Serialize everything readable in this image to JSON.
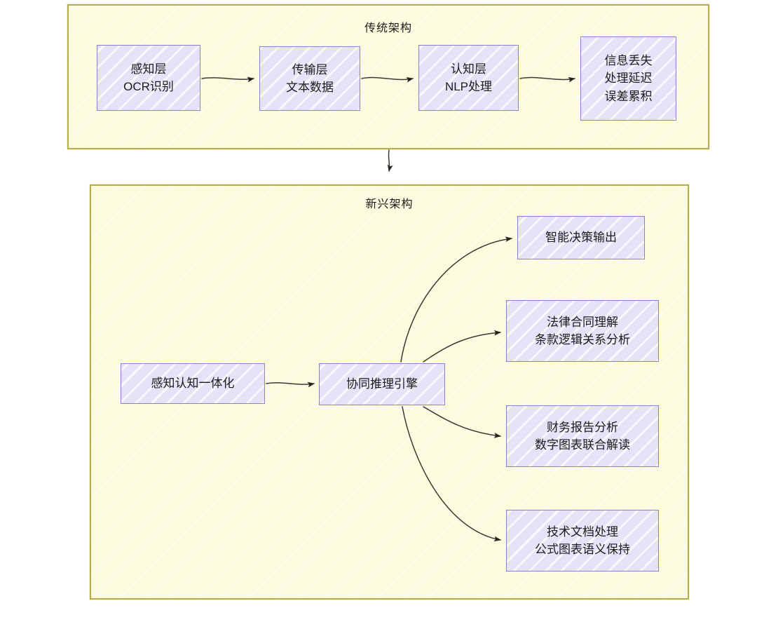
{
  "diagram": {
    "title_traditional": "传统架构",
    "title_emerging": "新兴架构",
    "colors": {
      "group_fill": "#fcfbdd",
      "group_border": "#b5ad4e",
      "node_fill": "#e6e2f7",
      "node_border": "#8a7fd0",
      "edge": "#3a3a34",
      "text": "#1c1c1c"
    }
  },
  "traditional": {
    "title": "传统架构",
    "nodes": [
      {
        "id": "perception",
        "line1": "感知层",
        "line2": "OCR识别"
      },
      {
        "id": "transport",
        "line1": "传输层",
        "line2": "文本数据"
      },
      {
        "id": "cognition",
        "line1": "认知层",
        "line2": "NLP处理"
      },
      {
        "id": "problems",
        "line1": "信息丢失",
        "line2": "处理延迟",
        "line3": "误差累积"
      }
    ]
  },
  "emerging": {
    "title": "新兴架构",
    "nodes": [
      {
        "id": "unified",
        "line1": "感知认知一体化"
      },
      {
        "id": "engine",
        "line1": "协同推理引擎"
      },
      {
        "id": "decision",
        "line1": "智能决策输出"
      },
      {
        "id": "legal",
        "line1": "法律合同理解",
        "line2": "条款逻辑关系分析"
      },
      {
        "id": "finance",
        "line1": "财务报告分析",
        "line2": "数字图表联合解读"
      },
      {
        "id": "techdoc",
        "line1": "技术文档处理",
        "line2": "公式图表语义保持"
      }
    ]
  },
  "edges": [
    {
      "from": "perception",
      "to": "transport",
      "label": ""
    },
    {
      "from": "transport",
      "to": "cognition",
      "label": ""
    },
    {
      "from": "cognition",
      "to": "problems",
      "label": ""
    },
    {
      "from": "traditional-group",
      "to": "emerging-group",
      "label": ""
    },
    {
      "from": "unified",
      "to": "engine",
      "label": ""
    },
    {
      "from": "engine",
      "to": "decision",
      "label": ""
    },
    {
      "from": "engine",
      "to": "legal",
      "label": ""
    },
    {
      "from": "engine",
      "to": "finance",
      "label": ""
    },
    {
      "from": "engine",
      "to": "techdoc",
      "label": ""
    }
  ]
}
